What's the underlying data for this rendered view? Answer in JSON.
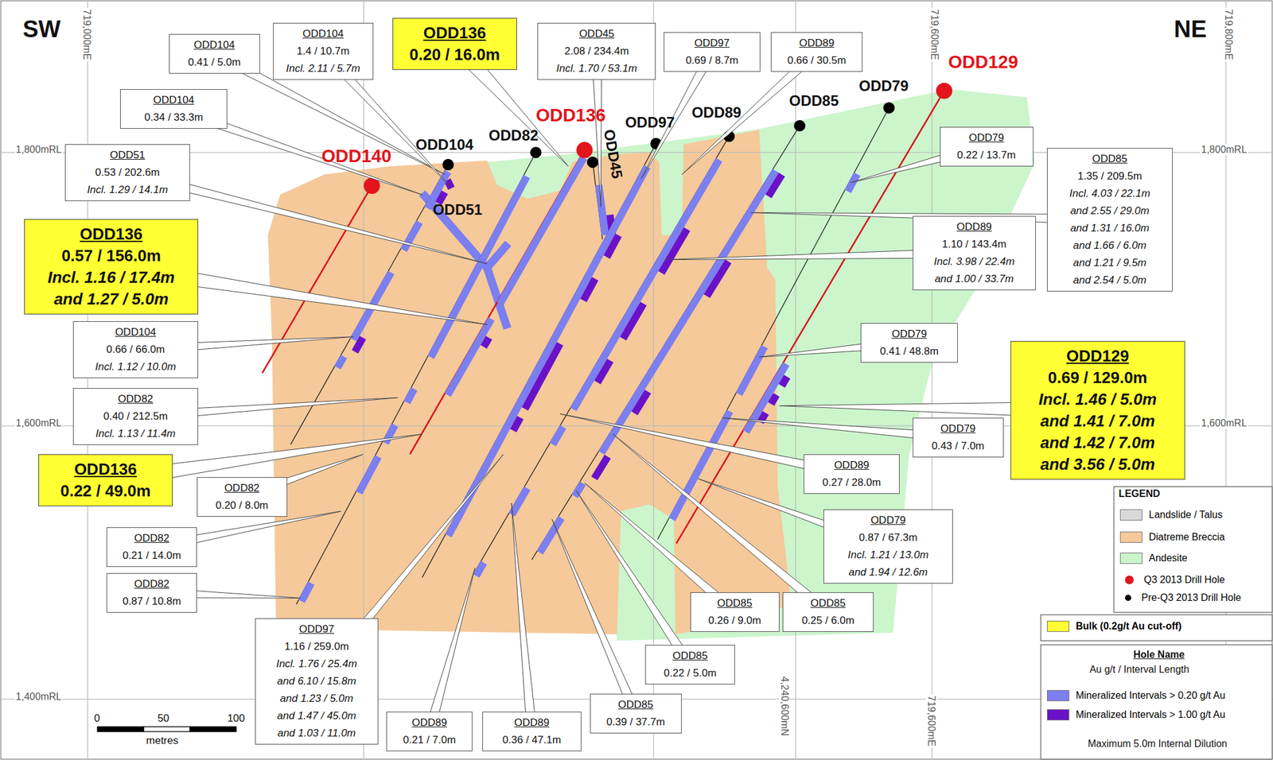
{
  "diagram": {
    "nodes": [
      {
        "text": [
          "ODD104",
          "0.41 / 5.0m"
        ]
      },
      {
        "text": [
          "ODD104",
          "1.4 / 10.7m",
          "Incl. 2.11 / 5.7m"
        ]
      },
      {
        "text": [
          "ODD136",
          "0.20 / 16.0m"
        ]
      },
      {
        "text": [
          "ODD45",
          "2.08 / 234.4m",
          "Incl. 1.70 / 53.1m"
        ]
      },
      {
        "text": [
          "ODD97",
          "0.69 / 8.7m"
        ]
      },
      {
        "text": [
          "ODD89",
          "0.66 / 30.5m"
        ]
      },
      {
        "text": [
          "ODD104",
          "0.34 / 33.3m"
        ]
      },
      {
        "text": [
          "ODD51",
          "0.53 / 202.6m",
          "Incl. 1.29 / 14.1m"
        ]
      },
      {
        "text": [
          "ODD79",
          "0.22 / 13.7m"
        ]
      },
      {
        "text": [
          "ODD85",
          "1.35 / 209.5m",
          "Incl. 4.03 / 22.1m",
          "and 2.55 / 29.0m",
          "and 1.31 / 16.0m",
          "and 1.66 / 6.0m",
          "and 1.21 / 9.5m",
          "and 2.54 / 5.0m"
        ]
      },
      {
        "text": [
          "ODD136",
          "0.57 / 156.0m",
          "Incl. 1.16 / 17.4m",
          "and 1.27 / 5.0m"
        ]
      },
      {
        "text": [
          "ODD89",
          "1.10 / 143.4m",
          "Incl. 3.98 / 22.4m",
          "and 1.00 / 33.7m"
        ]
      },
      {
        "text": [
          "ODD104",
          "0.66 / 66.0m",
          "Incl. 1.12 / 10.0m"
        ]
      },
      {
        "text": [
          "ODD79",
          "0.41 / 48.8m"
        ]
      },
      {
        "text": [
          "ODD129",
          "0.69 / 129.0m",
          "Incl. 1.46 / 5.0m",
          "and 1.41 / 7.0m",
          "and 1.42 / 7.0m",
          "and 3.56 / 5.0m"
        ]
      },
      {
        "text": [
          "ODD82",
          "0.40 / 212.5m",
          "Incl. 1.13 / 11.4m"
        ]
      },
      {
        "text": [
          "ODD79",
          "0.43 / 7.0m"
        ]
      },
      {
        "text": [
          "ODD136",
          "0.22 / 49.0m"
        ]
      },
      {
        "text": [
          "ODD89",
          "0.27 / 28.0m"
        ]
      },
      {
        "text": [
          "ODD82",
          "0.20 / 8.0m"
        ]
      },
      {
        "text": [
          "ODD79",
          "0.87 / 67.3m",
          "Incl. 1.21 / 13.0m",
          "and 1.94 / 12.6m"
        ]
      },
      {
        "text": [
          "ODD82",
          "0.21 / 14.0m"
        ]
      },
      {
        "text": [
          "ODD82",
          "0.87 / 10.8m"
        ]
      },
      {
        "text": [
          "ODD85",
          "0.26 / 9.0m"
        ]
      },
      {
        "text": [
          "ODD85",
          "0.25 / 6.0m"
        ]
      },
      {
        "text": [
          "ODD97",
          "1.16 / 259.0m",
          "Incl. 1.76 / 25.4m",
          "and 6.10 / 15.8m",
          "and 1.23 / 5.0m",
          "and 1.47 / 45.0m",
          "and 1.03 / 11.0m"
        ]
      },
      {
        "text": [
          "ODD85",
          "0.22 / 5.0m"
        ]
      },
      {
        "text": [
          "ODD85",
          "0.39 / 37.7m"
        ]
      },
      {
        "text": [
          "ODD89",
          "0.21 / 7.0m"
        ]
      },
      {
        "text": [
          "ODD89",
          "0.36 / 47.1m"
        ]
      }
    ],
    "labels": [
      "SW",
      "NE",
      "719,000mE",
      "719,600mE",
      "719,800mE",
      "1,800mRL",
      "1,800mRL",
      "1,600mRL",
      "1,600mRL",
      "1,400mRL",
      "4,240,600mN",
      "719,600mE",
      "ODD140",
      "ODD104",
      "ODD82",
      "ODD136",
      "ODD45",
      "ODD97",
      "ODD89",
      "ODD85",
      "ODD79",
      "ODD129",
      "ODD51",
      "0",
      "50",
      "100",
      "metres",
      "LEGEND",
      "Hole Name",
      "Au g/t / Interval Length",
      "Maximum 5.0m Internal Dilution"
    ],
    "legend": [
      {
        "text": "Landslide / Talus",
        "color": "#d9d9d9"
      },
      {
        "text": "Diatreme Breccia",
        "color": "#f5c99a"
      },
      {
        "text": "Andesite",
        "color": "#ccf5cc"
      },
      {
        "text": "Q3 2013 Drill Hole"
      },
      {
        "text": "Pre-Q3 2013 Drill Hole"
      },
      {
        "text": "Bulk (0.2g/t Au cut-off)",
        "color": "#ffff33"
      },
      {
        "text": "Mineralized Intervals > 0.20 g/t Au",
        "color": "#7b7ff0"
      },
      {
        "text": "Mineralized Intervals > 1.00 g/t Au",
        "color": "#6a12c8"
      }
    ]
  }
}
